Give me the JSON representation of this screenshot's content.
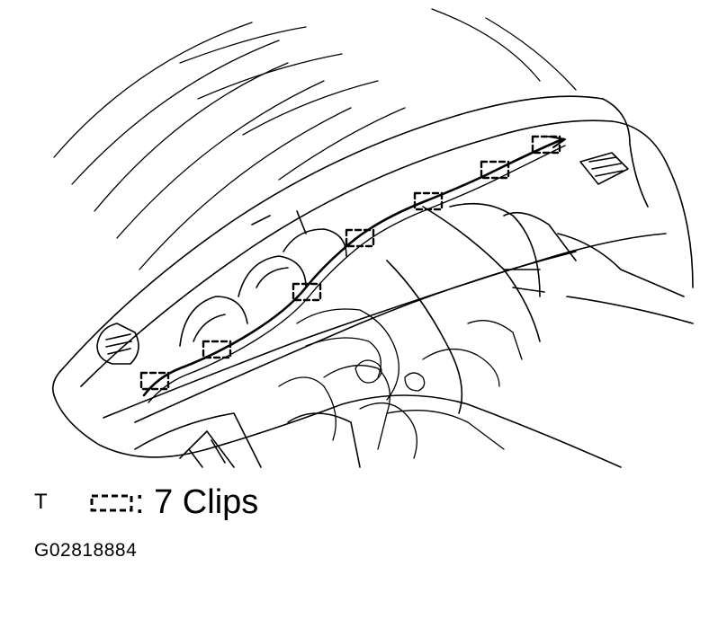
{
  "diagram": {
    "legend": {
      "marker": "T",
      "text": ": 7 Clips",
      "clip_symbol": "dashed-rectangle-clip-icon",
      "clip_count": 7
    },
    "figure_code": "G02818884",
    "colors": {
      "line": "#000000",
      "background": "#ffffff"
    }
  }
}
